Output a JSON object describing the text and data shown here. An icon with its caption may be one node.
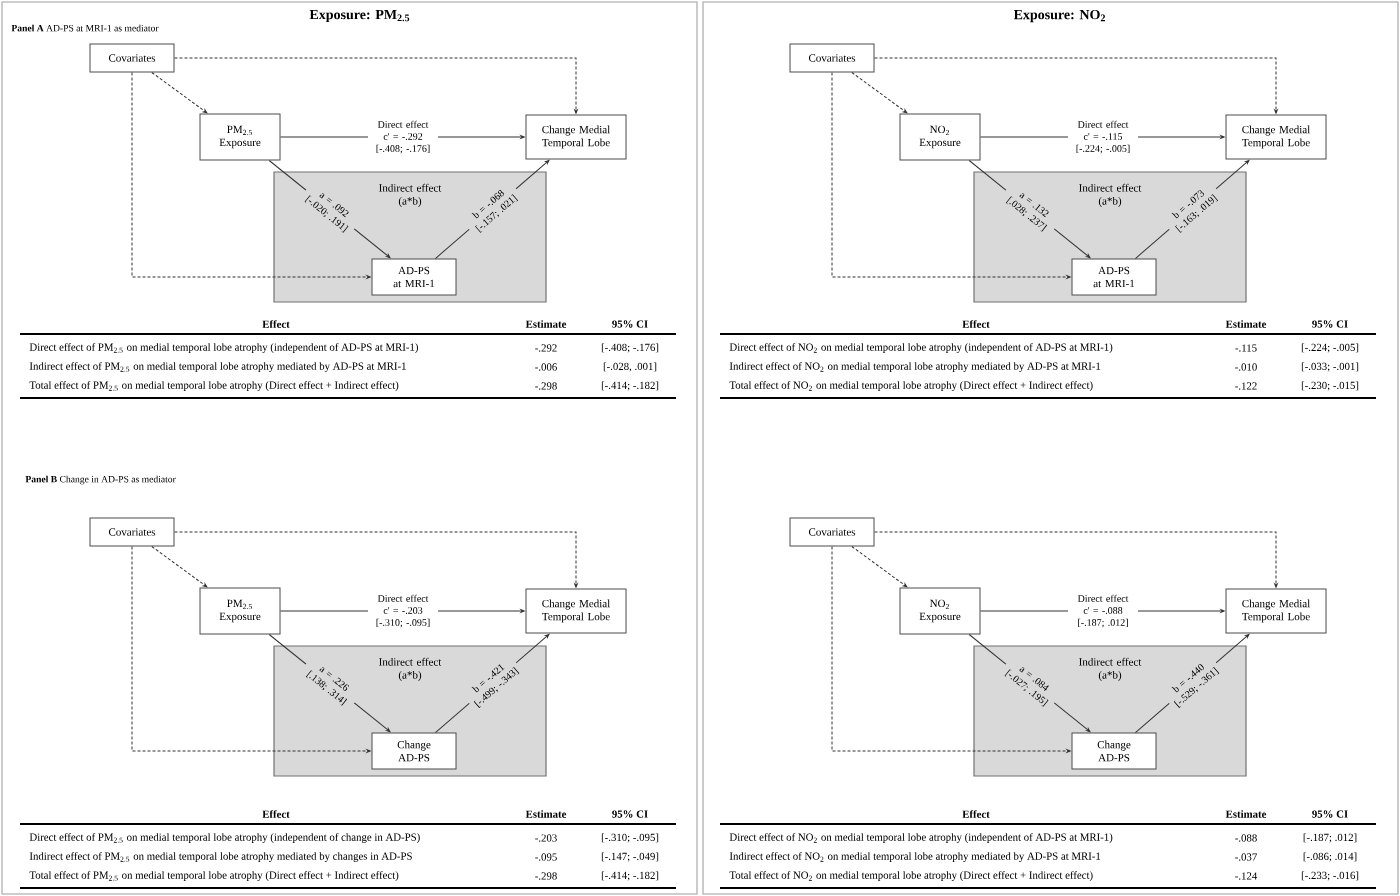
{
  "diagram": {
    "nodes": [
      {
        "text": [
          "Covariates"
        ]
      },
      {
        "text": [
          "PM$_{2.5}$ Exposure"
        ]
      },
      {
        "text": [
          "Change Medial Temporal Lobe"
        ]
      },
      {
        "text": [
          "Indirect effect",
          "(a*b)"
        ]
      },
      {
        "text": [
          "AD-PS at MRI-1"
        ],
        "in": 3
      },
      {
        "text": [
          "Covariates"
        ]
      },
      {
        "text": [
          "NO$_{2}$ Exposure"
        ]
      },
      {
        "text": [
          "Change Medial Temporal Lobe"
        ]
      },
      {
        "text": [
          "Indirect effect",
          "(a*b)"
        ]
      },
      {
        "text": [
          "AD-PS at MRI-1"
        ],
        "in": 8
      },
      {
        "text": [
          "Covariates"
        ]
      },
      {
        "text": [
          "PM$_{2.5}$ Exposure"
        ]
      },
      {
        "text": [
          "Change Medial Temporal Lobe"
        ]
      },
      {
        "text": [
          "Indirect effect",
          "(a*b)"
        ]
      },
      {
        "text": [
          "Change AD-PS"
        ],
        "in": 13
      },
      {
        "text": [
          "Covariates"
        ]
      },
      {
        "text": [
          "NO$_{2}$ Exposure"
        ]
      },
      {
        "text": [
          "Change Medial Temporal Lobe"
        ]
      },
      {
        "text": [
          "Indirect effect",
          "(a*b)"
        ]
      },
      {
        "text": [
          "Change AD-PS"
        ],
        "in": 18
      }
    ],
    "edges": [
      {
        "from": 0,
        "to": 1,
        "arrow": "to",
        "style": "dashed"
      },
      {
        "from": 0,
        "to": 2,
        "arrow": "to",
        "style": "dashed"
      },
      {
        "from": 0,
        "to": 4,
        "arrow": "to",
        "style": "dashed"
      },
      {
        "from": 1,
        "to": 2,
        "arrow": "to",
        "label": "Direct effect c' = -.292 [-.408; -.176]"
      },
      {
        "from": 1,
        "to": 4,
        "arrow": "to",
        "label": "a = .092 [-.020; .191]"
      },
      {
        "from": 4,
        "to": 2,
        "arrow": "to",
        "label": "b = -.068 [-.157; .021]"
      },
      {
        "from": 5,
        "to": 6,
        "arrow": "to",
        "style": "dashed"
      },
      {
        "from": 5,
        "to": 7,
        "arrow": "to",
        "style": "dashed"
      },
      {
        "from": 5,
        "to": 9,
        "arrow": "to",
        "style": "dashed"
      },
      {
        "from": 6,
        "to": 7,
        "arrow": "to",
        "label": "Direct effect c' = -.115 [-.224; -.005]"
      },
      {
        "from": 6,
        "to": 9,
        "arrow": "to",
        "label": "a = .132 [.028; .237]"
      },
      {
        "from": 9,
        "to": 7,
        "arrow": "to",
        "label": "b = -.073 [-.163; .019]"
      },
      {
        "from": 10,
        "to": 11,
        "arrow": "to",
        "style": "dashed"
      },
      {
        "from": 10,
        "to": 12,
        "arrow": "to",
        "style": "dashed"
      },
      {
        "from": 10,
        "to": 14,
        "arrow": "to",
        "style": "dashed"
      },
      {
        "from": 11,
        "to": 12,
        "arrow": "to",
        "label": "Direct effect c' = -.203 [-.310; -.095]"
      },
      {
        "from": 11,
        "to": 14,
        "arrow": "to",
        "label": "a = .226 [.138; .314]"
      },
      {
        "from": 14,
        "to": 12,
        "arrow": "to",
        "label": "b = -.421 [-.499; -.343]"
      },
      {
        "from": 15,
        "to": 16,
        "arrow": "to",
        "style": "dashed"
      },
      {
        "from": 15,
        "to": 17,
        "arrow": "to",
        "style": "dashed"
      },
      {
        "from": 15,
        "to": 19,
        "arrow": "to",
        "style": "dashed"
      },
      {
        "from": 16,
        "to": 17,
        "arrow": "to",
        "label": "Direct effect c' = -.088 [-.187; .012]"
      },
      {
        "from": 16,
        "to": 19,
        "arrow": "to",
        "label": "a = .084 [-.027; .195]"
      },
      {
        "from": 19,
        "to": 17,
        "arrow": "to",
        "label": "b = -.440 [-.529; -.361]"
      }
    ],
    "labels": [
      "Exposure: PM$_{2.5}$",
      "**Panel A** AD-PS at MRI-1 as mediator",
      "Effect",
      "Estimate",
      "95% CI",
      "Direct effect of PM$_{2.5}$ on medial temporal lobe atrophy (independent of AD-PS at MRI-1)",
      "-.292",
      "[-.408; -.176]",
      "Indirect effect of PM$_{2.5}$ on medial temporal lobe atrophy mediated by AD-PS at MRI-1",
      "-.006",
      "[-.028, .001]",
      "Total effect of PM$_{2.5}$ on medial temporal lobe atrophy (Direct effect + Indirect effect)",
      "-.298",
      "[-.414; -.182]",
      "Exposure: NO$_{2}$",
      "Effect",
      "Estimate",
      "95% CI",
      "Direct effect of NO$_{2}$ on medial temporal lobe atrophy (independent of AD-PS at MRI-1)",
      "-.115",
      "[-.224; -.005]",
      "Indirect effect of NO$_{2}$ on medial temporal lobe atrophy mediated by AD-PS at MRI-1",
      "-.010",
      "[-.033; -.001]",
      "Total effect of NO$_{2}$ on medial temporal lobe atrophy (Direct effect + Indirect effect)",
      "-.122",
      "[-.230; -.015]",
      "**Panel B** Change in AD-PS as mediator",
      "Effect",
      "Estimate",
      "95% CI",
      "Direct effect of PM$_{2.5}$ on medial temporal lobe atrophy (independent of change in AD-PS)",
      "-.203",
      "[-.310; -.095]",
      "Indirect effect of PM$_{2.5}$ on medial temporal lobe atrophy mediated by changes in AD-PS",
      "-.095",
      "[-.147; -.049]",
      "Total effect of PM$_{2.5}$ on medial temporal lobe atrophy (Direct effect + Indirect effect)",
      "-.298",
      "[-.414; -.182]",
      "Effect",
      "Estimate",
      "95% CI",
      "Direct effect of NO$_{2}$ on medial temporal lobe atrophy (independent of AD-PS at MRI-1)",
      "-.088",
      "[-.187; .012]",
      "Indirect effect of NO$_{2}$ on medial temporal lobe atrophy mediated by AD-PS at MRI-1",
      "-.037",
      "[-.086; .014]",
      "Total effect of NO$_{2}$ on medial temporal lobe atrophy (Direct effect + Indirect effect)",
      "-.124",
      "[-.233; -.016]"
    ]
  }
}
